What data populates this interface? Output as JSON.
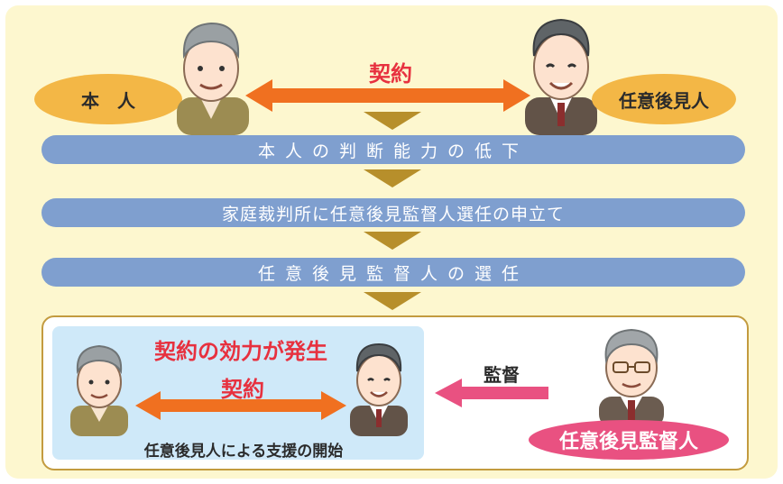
{
  "top": {
    "principal_label": "本　人",
    "guardian_label": "任意後見人",
    "contract_label": "契約"
  },
  "steps": [
    "本人の判断能力の低下",
    "家庭裁判所に任意後見監督人選任の申立て",
    "任意後見監督人の選任"
  ],
  "bottom": {
    "effect_label": "契約の効力が発生",
    "contract_label": "契約",
    "support_label": "任意後見人による支援の開始",
    "supervise_label": "監督",
    "supervisor_label": "任意後見監督人"
  }
}
